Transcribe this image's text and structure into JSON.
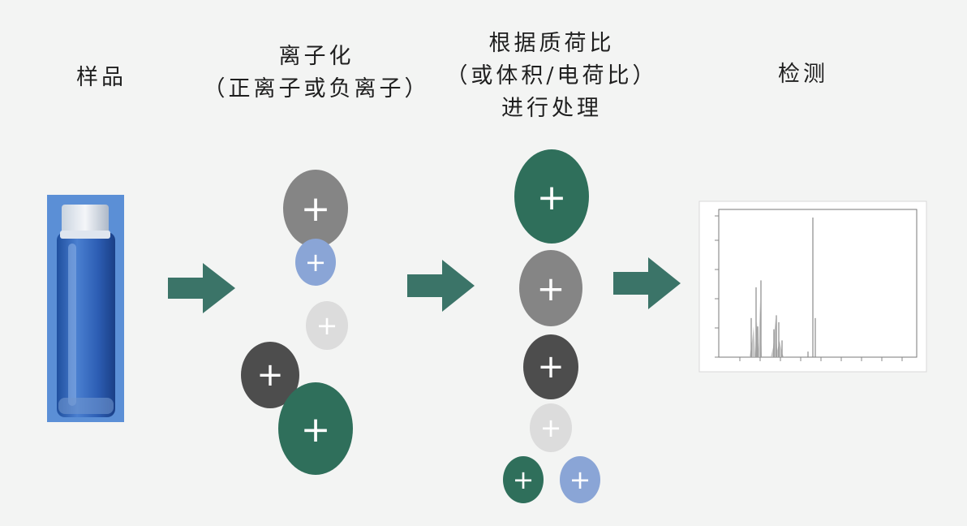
{
  "steps": [
    {
      "lines": [
        "样品"
      ]
    },
    {
      "lines": [
        "离子化",
        "（正离子或负离子）"
      ]
    },
    {
      "lines": [
        "根据质荷比",
        "（或体积/电荷比）",
        "进行处理"
      ]
    },
    {
      "lines": [
        "检测"
      ]
    }
  ],
  "ion_symbol": "+",
  "colors": {
    "arrow": "#3b7468",
    "ion_gray": "#858585",
    "ion_blue": "#8aa5d6",
    "ion_light": "#dcdcdc",
    "ion_dark": "#4d4d4d",
    "ion_green": "#2f6f5b",
    "vial_blue": "#2f5faf"
  },
  "ionized_group": [
    {
      "color": "gray",
      "size": "large"
    },
    {
      "color": "blue",
      "size": "small"
    },
    {
      "color": "light",
      "size": "small"
    },
    {
      "color": "dark",
      "size": "medium"
    },
    {
      "color": "green",
      "size": "large"
    }
  ],
  "sorted_group": [
    {
      "color": "green",
      "size": "large"
    },
    {
      "color": "gray",
      "size": "medium"
    },
    {
      "color": "dark",
      "size": "medium"
    },
    {
      "color": "light",
      "size": "small"
    },
    {
      "color": "green",
      "size": "small"
    },
    {
      "color": "blue",
      "size": "small"
    }
  ],
  "spectrum": {
    "peaks": [
      0.28,
      0.5,
      0.22,
      0.55,
      0.2,
      0.3,
      0.25,
      0.12,
      0.04,
      1.0,
      0.28
    ]
  }
}
